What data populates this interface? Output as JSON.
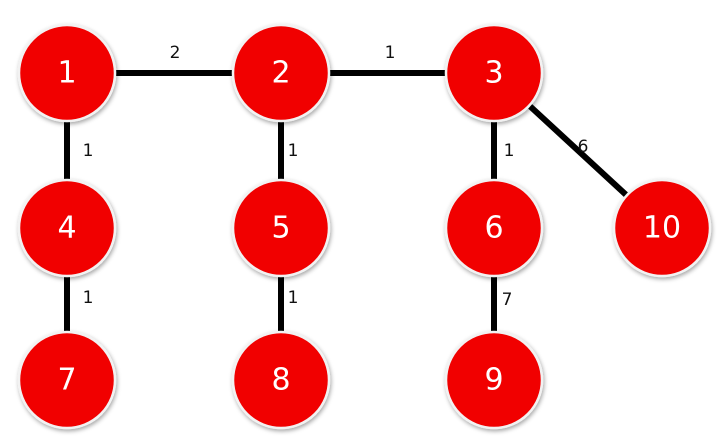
{
  "graph": {
    "node_color": "#f10000",
    "edge_color": "#000000",
    "nodes": [
      {
        "id": "1",
        "label": "1"
      },
      {
        "id": "2",
        "label": "2"
      },
      {
        "id": "3",
        "label": "3"
      },
      {
        "id": "4",
        "label": "4"
      },
      {
        "id": "5",
        "label": "5"
      },
      {
        "id": "6",
        "label": "6"
      },
      {
        "id": "7",
        "label": "7"
      },
      {
        "id": "8",
        "label": "8"
      },
      {
        "id": "9",
        "label": "9"
      },
      {
        "id": "10",
        "label": "10"
      }
    ],
    "edges": [
      {
        "from": "1",
        "to": "2",
        "weight": "2"
      },
      {
        "from": "2",
        "to": "3",
        "weight": "1"
      },
      {
        "from": "1",
        "to": "4",
        "weight": "1"
      },
      {
        "from": "2",
        "to": "5",
        "weight": "1"
      },
      {
        "from": "3",
        "to": "6",
        "weight": "1"
      },
      {
        "from": "3",
        "to": "10",
        "weight": "6"
      },
      {
        "from": "4",
        "to": "7",
        "weight": "1"
      },
      {
        "from": "5",
        "to": "8",
        "weight": "1"
      },
      {
        "from": "6",
        "to": "9",
        "weight": "7"
      }
    ]
  }
}
